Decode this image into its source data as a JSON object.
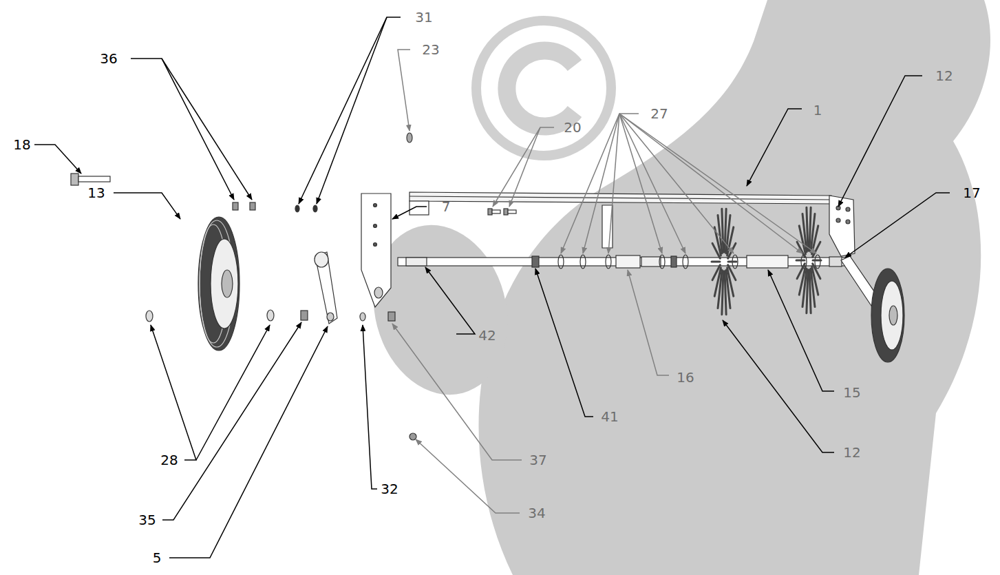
{
  "diagram": {
    "labels": [
      "36",
      "31",
      "23",
      "13",
      "18",
      "7",
      "20",
      "27",
      "1",
      "12",
      "17",
      "42",
      "41",
      "16",
      "15",
      "12",
      "28",
      "35",
      "5",
      "32",
      "37",
      "34"
    ]
  }
}
